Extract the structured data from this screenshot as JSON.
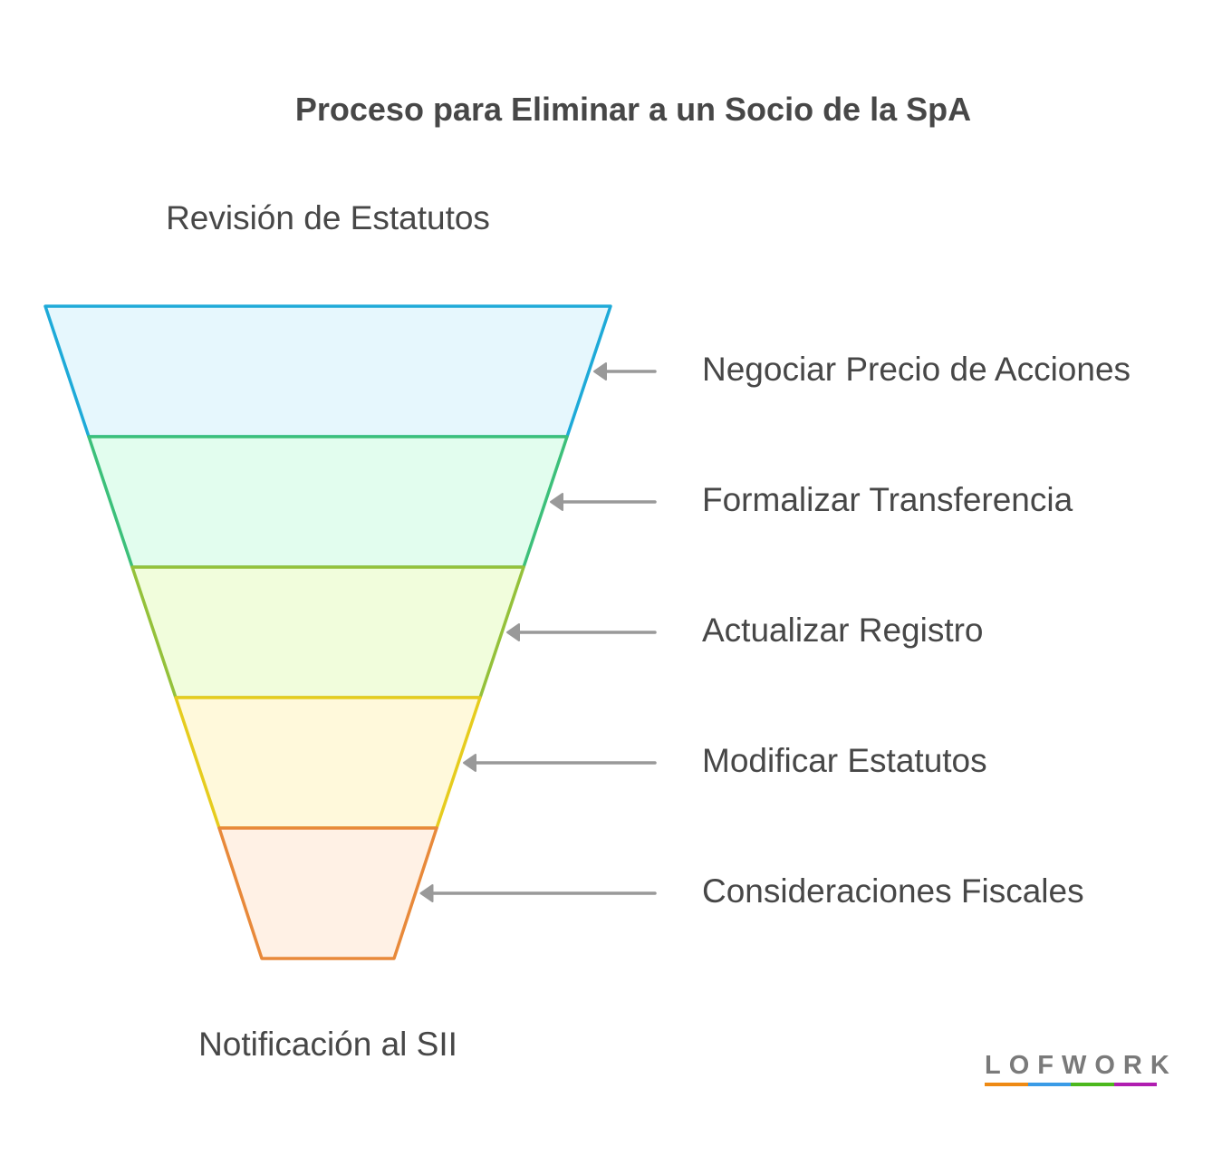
{
  "title": "Proceso para Eliminar a un Socio de la SpA",
  "top_label": "Revisión de Estatutos",
  "bottom_label": "Notificación al SII",
  "steps": [
    {
      "label": "Negociar Precio de Acciones",
      "stroke": "#1eaad8",
      "fill": "#e6f7fd"
    },
    {
      "label": "Formalizar Transferencia",
      "stroke": "#3cc07a",
      "fill": "#e2fdee"
    },
    {
      "label": "Actualizar Registro",
      "stroke": "#94c13a",
      "fill": "#f1fddc"
    },
    {
      "label": "Modificar Estatutos",
      "stroke": "#e6cc1e",
      "fill": "#fff9db"
    },
    {
      "label": "Consideraciones Fiscales",
      "stroke": "#e8893a",
      "fill": "#fff1e5"
    }
  ],
  "arrow_color": "#999999",
  "logo": {
    "text": "LOFWORK",
    "colors": [
      "#ee8a14",
      "#3a9be6",
      "#4cb81e",
      "#b01eb0"
    ]
  }
}
